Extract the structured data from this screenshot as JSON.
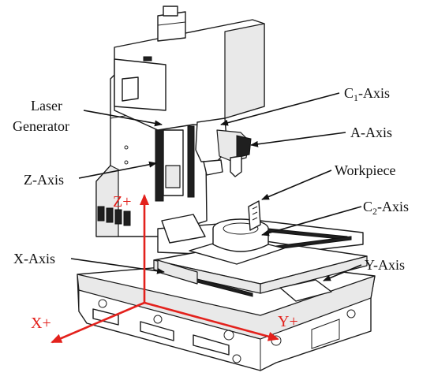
{
  "labels": {
    "laser_generator_line1": "Laser",
    "laser_generator_line2": "Generator",
    "c1_axis_main": "C",
    "c1_axis_sub": "1",
    "c1_axis_rest": "-Axis",
    "a_axis": "A-Axis",
    "z_axis": "Z-Axis",
    "workpiece": "Workpiece",
    "c2_axis_main": "C",
    "c2_axis_sub": "2",
    "c2_axis_rest": "-Axis",
    "x_axis": "X-Axis",
    "y_axis": "Y-Axis"
  },
  "coordinate_axes": {
    "z_plus": "Z+",
    "x_plus": "X+",
    "y_plus": "Y+",
    "color": "#e3211c"
  },
  "colors": {
    "text": "#111111",
    "outline": "#1a1a1a",
    "background": "#ffffff"
  }
}
